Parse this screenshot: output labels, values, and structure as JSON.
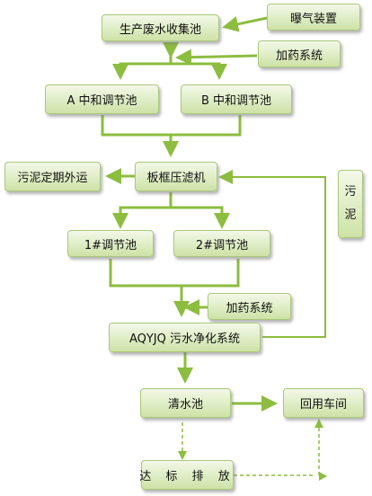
{
  "nodes": {
    "aeration": "曝气装置",
    "collection_tank": "生产废水收集池",
    "dosing_1": "加药系统",
    "neutral_a": "A 中和调节池",
    "neutral_b": "B 中和调节池",
    "sludge_out": "污泥定期外运",
    "filter_press": "板框压滤机",
    "sludge_label": [
      "污",
      "泥"
    ],
    "tank_1": "1#调节池",
    "tank_2": "2#调节池",
    "dosing_2": "加药系统",
    "purify": "AQYJQ 污水净化系统",
    "clear_tank": "清水池",
    "reuse": "回用车间",
    "discharge": "达 标 排 放"
  },
  "colors": {
    "arrow": "#8cbd3f",
    "node_border": "#aac97a"
  }
}
